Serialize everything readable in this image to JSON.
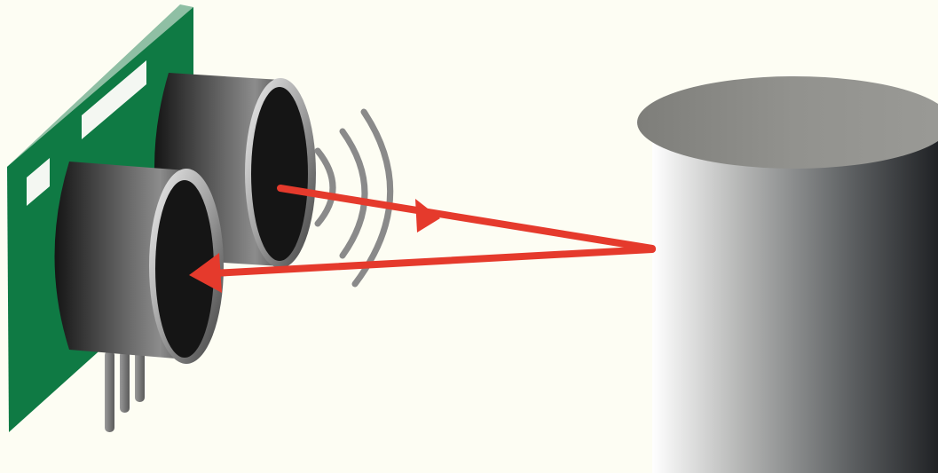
{
  "diagram": {
    "subject": "ultrasonic-distance-sensor",
    "colors": {
      "background": "#fdfdf3",
      "pcb": "#0f7a44",
      "pcb_edge": "#8fbfa4",
      "silkscreen": "#f4f7f2",
      "transducer_dark": "#151515",
      "transducer_light": "#9a9a9a",
      "pins": "#6d6d6d",
      "signal_arrow": "#e53a2c",
      "sound_waves": "#8a8a8a",
      "obstacle_top": "#8f8f8b",
      "obstacle_body_light": "#ffffff",
      "obstacle_body_dark": "#212326"
    },
    "parts": [
      "circuit-board",
      "emitter-transducer",
      "receiver-transducer",
      "sound-waves",
      "emitted-signal-arrow",
      "echo-signal-arrow",
      "obstacle-cylinder"
    ]
  }
}
